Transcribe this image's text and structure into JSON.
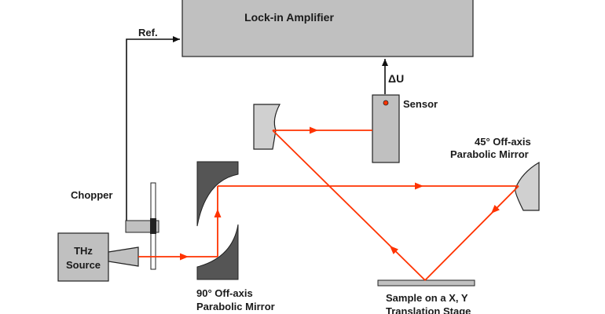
{
  "lockin": {
    "label": "Lock-in Amplifier"
  },
  "ref_label": "Ref.",
  "delta_u_label": "ΔU",
  "sensor_label": "Sensor",
  "chopper_label": "Chopper",
  "source": {
    "line1": "THz",
    "line2": "Source"
  },
  "mirror45": {
    "line1": "45° Off-axis",
    "line2": "Parabolic Mirror"
  },
  "mirror90": {
    "line1": "90° Off-axis",
    "line2": "Parabolic Mirror"
  },
  "sample": {
    "line1": "Sample on a X, Y",
    "line2": "Translation Stage"
  },
  "colors": {
    "beam": "#ff3300",
    "box_fill": "#c0c0c0",
    "mirror_light": "#d0d0d0",
    "mirror_dark": "#555555",
    "stroke": "#222222"
  }
}
